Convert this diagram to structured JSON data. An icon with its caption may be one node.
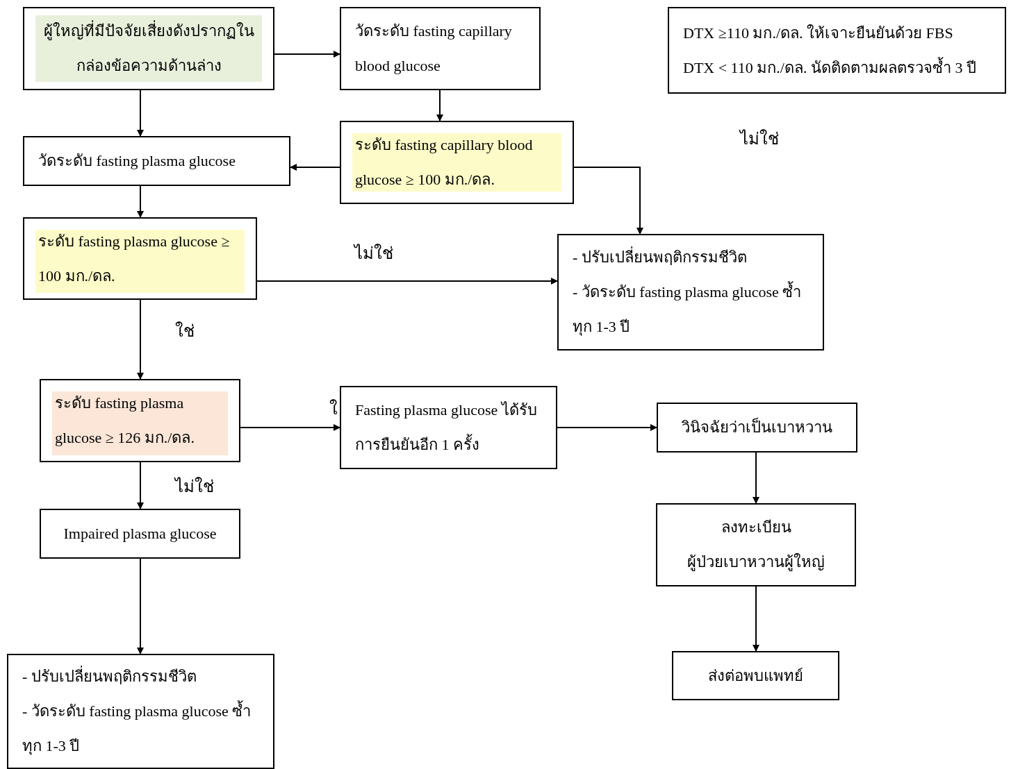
{
  "diagram": {
    "nodes": [
      {
        "text": [
          "ผู้ใหญ่ที่มีปัจจัยเสี่ยงดังปรากฏในกล่องข้อความด้านล่าง"
        ]
      },
      {
        "text": [
          "วัดระดับ fasting capillary blood glucose"
        ]
      },
      {
        "text": [
          "DTX ≥110 มก./ดล. ให้เจาะยืนยันด้วย FBS",
          "DTX  < 110 มก./ดล. นัดติดตามผลตรวจซ้ำ 3 ปี"
        ]
      },
      {
        "text": [
          "วัดระดับ fasting plasma glucose"
        ]
      },
      {
        "text": [
          "ระดับ fasting capillary blood glucose ≥ 100 มก./ดล."
        ]
      },
      {
        "text": [
          "ระดับ fasting plasma glucose ≥ 100 มก./ดล."
        ]
      },
      {
        "text": [
          "- ปรับเปลี่ยนพฤติกรรมชีวิต",
          "- วัดระดับ fasting plasma glucose ซ้ำทุก  1-3 ปี"
        ]
      },
      {
        "text": [
          "ระดับ fasting plasma glucose ≥ 126 มก./ดล."
        ]
      },
      {
        "text": [
          "Fasting plasma glucose ได้รับการยืนยันอีก 1 ครั้ง"
        ]
      },
      {
        "text": [
          "วินิจฉัยว่าเป็นเบาหวาน"
        ]
      },
      {
        "text": [
          "Impaired plasma glucose"
        ]
      },
      {
        "text": [
          "ลงทะเบียน",
          "ผู้ป่วยเบาหวานผู้ใหญ่"
        ]
      },
      {
        "text": [
          "- ปรับเปลี่ยนพฤติกรรมชีวิต",
          "- วัดระดับ fasting plasma glucose ซ้ำทุก 1-3 ปี"
        ]
      },
      {
        "text": [
          "ส่งต่อพบแพทย์"
        ]
      }
    ],
    "edges": [
      {
        "from": 0,
        "to": 1,
        "arrow": "to"
      },
      {
        "from": 0,
        "to": 3,
        "arrow": "to"
      },
      {
        "from": 1,
        "to": 4,
        "arrow": "to"
      },
      {
        "from": 4,
        "to": 3,
        "arrow": "to"
      },
      {
        "from": 4,
        "to": 6,
        "arrow": "to"
      },
      {
        "from": 3,
        "to": 5,
        "arrow": "to"
      },
      {
        "from": 5,
        "to": 6,
        "arrow": "to",
        "label": "ไม่ใช่"
      },
      {
        "from": 5,
        "to": 7,
        "arrow": "to",
        "label": "ใช่"
      },
      {
        "from": 7,
        "to": 8,
        "arrow": "to",
        "label": "ใ"
      },
      {
        "from": 8,
        "to": 9,
        "arrow": "to"
      },
      {
        "from": 7,
        "to": 10,
        "arrow": "to",
        "label": "ไม่ใช่"
      },
      {
        "from": 9,
        "to": 11,
        "arrow": "to"
      },
      {
        "from": 10,
        "to": 12,
        "arrow": "to"
      },
      {
        "from": 11,
        "to": 13,
        "arrow": "to"
      }
    ],
    "labels": [
      "ไม่ใช่"
    ]
  }
}
